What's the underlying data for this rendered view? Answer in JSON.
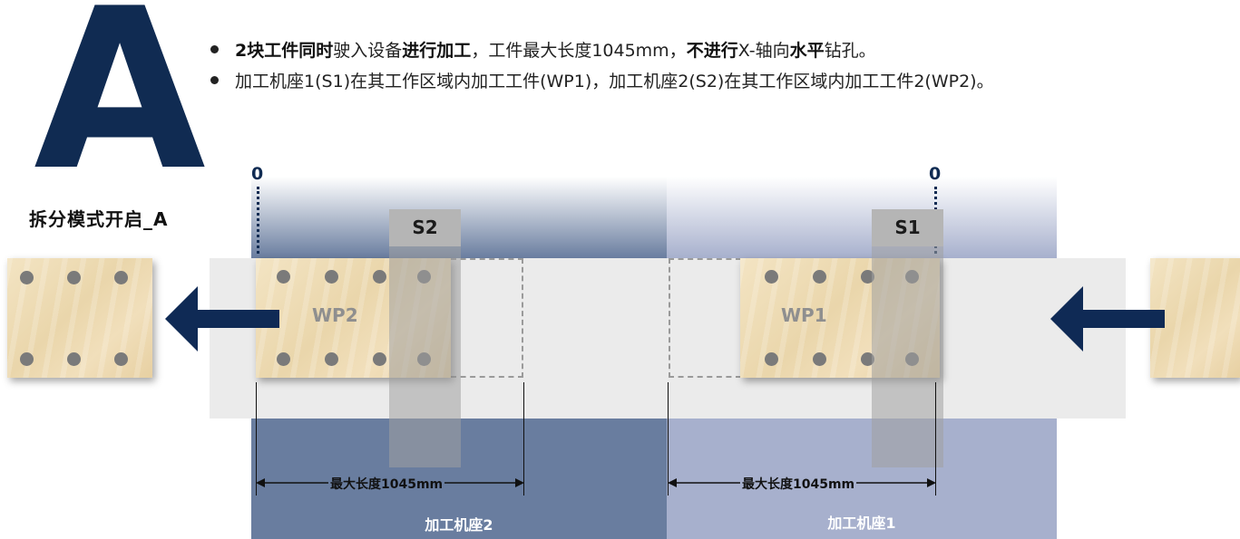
{
  "header": {
    "big_letter": "A",
    "mode_label": "拆分模式开启_A"
  },
  "bullets": [
    {
      "parts": [
        {
          "text": "2块工件同时",
          "bold": true
        },
        {
          "text": "驶入设备",
          "bold": false
        },
        {
          "text": "进行加工",
          "bold": true
        },
        {
          "text": "，工件最大长度1045mm，",
          "bold": false
        },
        {
          "text": "不进行",
          "bold": true
        },
        {
          "text": "X-轴向",
          "bold": false
        },
        {
          "text": "水平",
          "bold": true
        },
        {
          "text": "钻孔。",
          "bold": false
        }
      ]
    },
    {
      "parts": [
        {
          "text": "加工机座1(S1)在其工作区域内加工工件(WP1)，加工机座2(S2)在其工作区域内加工工件2(WP2)。",
          "bold": false
        }
      ]
    }
  ],
  "diagram": {
    "zero_left": "0",
    "zero_right": "0",
    "spindle_left": "S2",
    "spindle_right": "S1",
    "workpiece_left": "WP2",
    "workpiece_right": "WP1",
    "dimension_left": "最大长度1045mm",
    "dimension_right": "最大长度1045mm",
    "station_left": "加工机座2",
    "station_right": "加工机座1",
    "colors": {
      "navy": "#102b52",
      "station2": "#697d9f",
      "station1": "#a7b0cd",
      "band": "#ebebeb"
    }
  }
}
